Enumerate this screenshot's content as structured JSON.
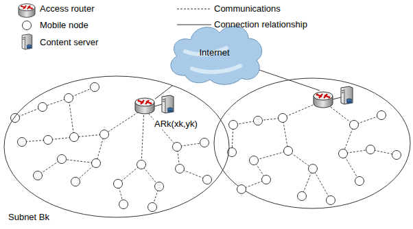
{
  "diagram": {
    "nodes": [
      {
        "text": [
          "Internet"
        ]
      },
      {
        "text": [
          "Subnet Bk"
        ]
      },
      {
        "text": [
          "ARk(xk,yk)"
        ],
        "in": 1
      }
    ],
    "edges": [
      {
        "from": 0,
        "to": 2,
        "arrow": "none"
      }
    ],
    "legend": [
      {
        "text": "Access router"
      },
      {
        "text": "Mobile node"
      },
      {
        "text": "Content server"
      },
      {
        "text": "Communications"
      },
      {
        "text": "Connection relationship"
      }
    ]
  }
}
